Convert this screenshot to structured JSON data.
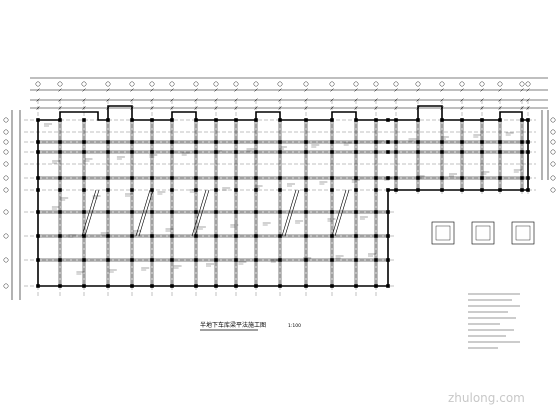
{
  "drawing": {
    "title": "半地下车库梁平法施工图",
    "scale": "1:100",
    "watermark": "zhulong.com"
  },
  "colors": {
    "line": "#000000",
    "background": "#ffffff",
    "watermark": "#c8c8c8"
  }
}
